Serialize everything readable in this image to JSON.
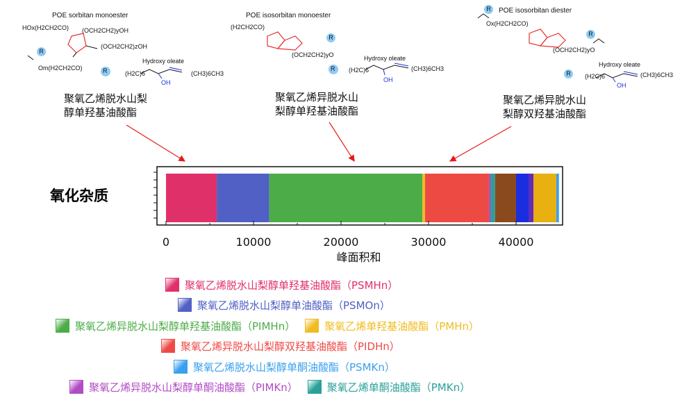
{
  "structures": [
    {
      "title": "POE sorbitan monoester",
      "groups": [
        "HOx(H2CH2CO)",
        "(OCH2CH2)yOH",
        "(OCH2CH2)zOH",
        "Om(H2CH2CO)",
        "R",
        "Hydroxy oleate",
        "(H2C)6",
        "OH",
        "(CH3)6CH3"
      ],
      "caption_lines": [
        "聚氧乙烯脱水山梨",
        "醇单羟基油酸酯"
      ]
    },
    {
      "title": "POE isosorbitan monoester",
      "groups": [
        "(H2CH2CO)",
        "(OCH2CH2)yO",
        "R",
        "Hydroxy oleate",
        "(H2C)6",
        "OH",
        "(CH3)6CH3"
      ],
      "caption_lines": [
        "聚氧乙烯异脱水山",
        "梨醇单羟基油酸酯"
      ]
    },
    {
      "title": "POE isosorbitan diester",
      "groups": [
        "R",
        "Ox(H2CH2CO)",
        "R",
        "(OCH2CH2)yO",
        "R",
        "Hydroxy oleate",
        "(H2C)6",
        "OH",
        "(CH3)6CH3"
      ],
      "caption_lines": [
        "聚氧乙烯异脱水山",
        "梨醇双羟基油酸酯"
      ]
    }
  ],
  "row_label": "氧化杂质",
  "chart_data": {
    "type": "bar",
    "orientation": "horizontal",
    "stacked": true,
    "categories": [
      "氧化杂质"
    ],
    "xlabel": "峰面积和",
    "xlim": [
      0,
      45000
    ],
    "xticks": [
      0,
      10000,
      20000,
      30000,
      40000
    ],
    "series": [
      {
        "name": "聚氧乙烯脱水山梨醇单羟基油酸酯 (PSMHn)",
        "code": "PSMHn",
        "color": "#e0306a",
        "values": [
          5800
        ]
      },
      {
        "name": "聚氧乙烯脱水山梨醇单油酸酯 (PSMOn)",
        "code": "PSMOn",
        "color": "#5060c4",
        "values": [
          6000
        ]
      },
      {
        "name": "聚氧乙烯异脱水山梨醇单羟基油酸酯 (PIMHn)",
        "code": "PIMHn",
        "color": "#4cac48",
        "values": [
          17500
        ]
      },
      {
        "name": "聚氧乙烯单羟基油酸酯 (PMHn)",
        "code": "PMHn",
        "color": "#f0bc20",
        "values": [
          300
        ]
      },
      {
        "name": "聚氧乙烯异脱水山梨醇双羟基油酸酯 (PIDHn)",
        "code": "PIDHn",
        "color": "#ee4a44",
        "values": [
          7300
        ]
      },
      {
        "name": "聚氧乙烯异脱水山梨醇单酮油酸酯 (PIMKn)",
        "code": "PIMKn",
        "color": "#b04cc4",
        "values": [
          200
        ]
      },
      {
        "name": "聚氧乙烯单酮油酸酯 (PMKn)",
        "code": "PMKn",
        "color": "#2aa098",
        "values": [
          500
        ]
      },
      {
        "name": "",
        "code": "",
        "color": "#8b4a1e",
        "values": [
          2400
        ]
      },
      {
        "name": "",
        "code": "",
        "color": "#1a2ee0",
        "values": [
          1500
        ]
      },
      {
        "name": "",
        "code": "",
        "color": "#6a2ab0",
        "values": [
          500
        ]
      },
      {
        "name": "",
        "code": "",
        "color": "#e8b010",
        "values": [
          2600
        ]
      },
      {
        "name": "聚氧乙烯脱水山梨醇单酮油酸酯 (PSMKn)",
        "code": "PSMKn",
        "color": "#3aa0ee",
        "values": [
          300
        ]
      }
    ]
  },
  "legend": [
    {
      "row": 0,
      "label": "聚氧乙烯脱水山梨醇单羟基油酸酯（PSMHn）",
      "color": "#e0306a"
    },
    {
      "row": 1,
      "label": "聚氧乙烯脱水山梨醇单油酸酯（PSMOn）",
      "color": "#5060c4"
    },
    {
      "row": 2,
      "label": "聚氧乙烯异脱水山梨醇单羟基油酸酯（PIMHn）",
      "color": "#4cac48"
    },
    {
      "row": 2,
      "label": "聚氧乙烯单羟基油酸酯（PMHn）",
      "color": "#f0bc20"
    },
    {
      "row": 3,
      "label": "聚氧乙烯异脱水山梨醇双羟基油酸酯（PIDHn）",
      "color": "#ee4a44"
    },
    {
      "row": 4,
      "label": "聚氧乙烯脱水山梨醇单酮油酸酯（PSMKn）",
      "color": "#3aa0ee"
    },
    {
      "row": 5,
      "label": "聚氧乙烯异脱水山梨醇单酮油酸酯（PIMKn）",
      "color": "#b04cc4"
    },
    {
      "row": 5,
      "label": "聚氧乙烯单酮油酸酯（PMKn）",
      "color": "#2aa098"
    }
  ]
}
